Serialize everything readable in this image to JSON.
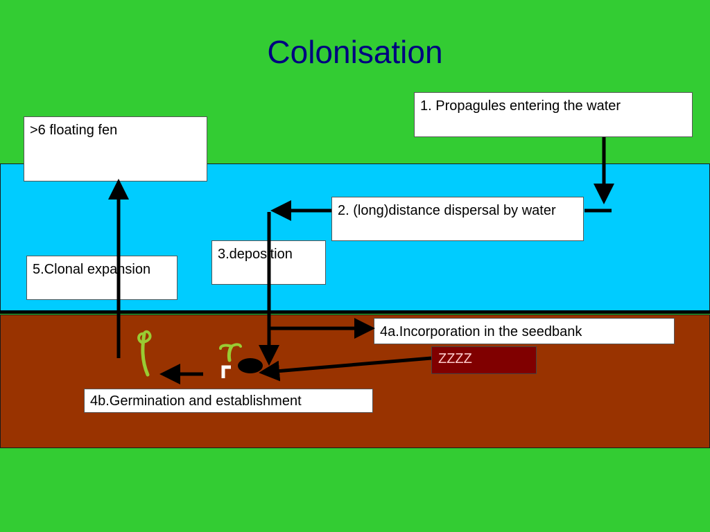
{
  "title": "Colonisation",
  "colors": {
    "grass": "#33cc33",
    "water": "#00ccff",
    "soil": "#993300",
    "title": "#000080",
    "zzzz_bg": "#800000",
    "zzzz_text": "#ffcccc",
    "seedling": "#99cc33"
  },
  "labels": {
    "step1": "1. Propagules entering the water",
    "step2": "2. (long)distance dispersal by water",
    "step3": "3.deposition",
    "step4a": "4a.Incorporation in the seedbank",
    "step4b": "4b.Germination and establishment",
    "step5": "5.Clonal expansion",
    "step6": ">6 floating fen",
    "dormant": "ZZZZ"
  },
  "icons": [
    "seed-icon",
    "seedling-icon",
    "plant-icon"
  ]
}
